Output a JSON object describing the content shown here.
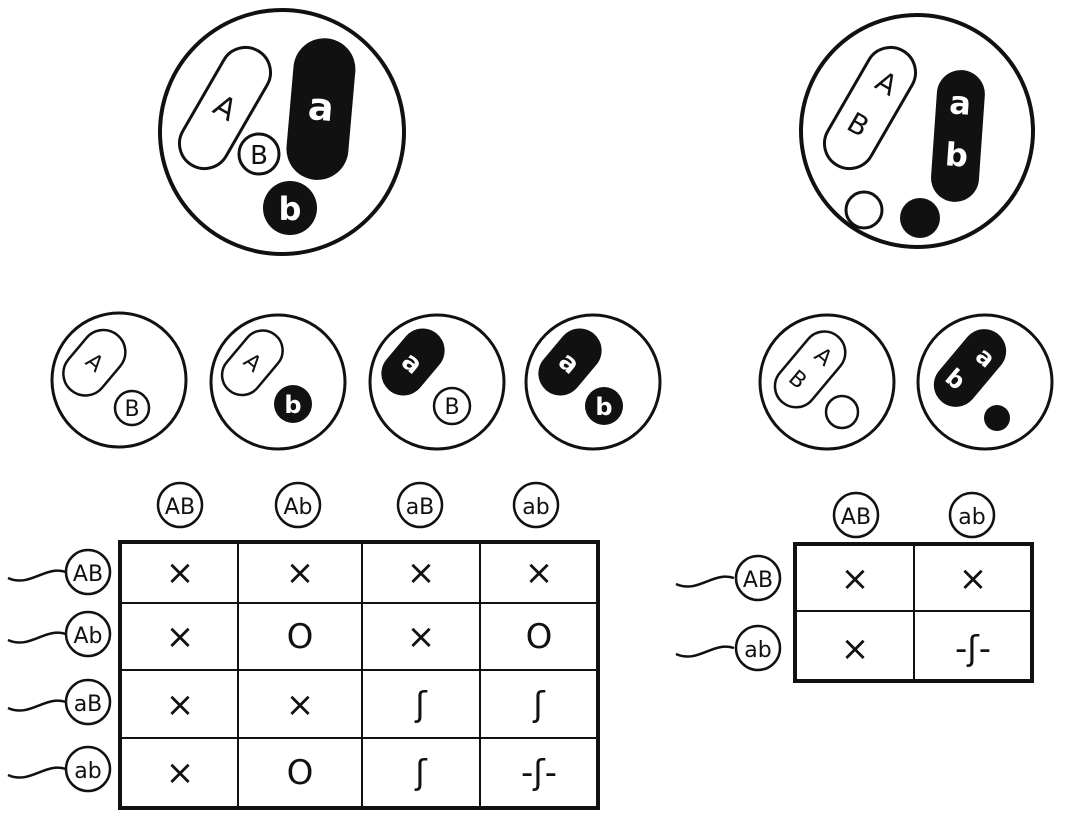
{
  "colors": {
    "ink": "#111111",
    "paper": "#ffffff"
  },
  "genes": {
    "A": "A",
    "a": "a",
    "B": "B",
    "b": "b"
  },
  "independent_cross": {
    "gametes": [
      "AB",
      "Ab",
      "aB",
      "ab"
    ],
    "columns": [
      "AB",
      "Ab",
      "aB",
      "ab"
    ],
    "rows": [
      {
        "label": "AB",
        "cells": [
          "×",
          "×",
          "×",
          "×"
        ]
      },
      {
        "label": "Ab",
        "cells": [
          "×",
          "O",
          "×",
          "O"
        ]
      },
      {
        "label": "aB",
        "cells": [
          "×",
          "×",
          "ʃ",
          "ʃ"
        ]
      },
      {
        "label": "ab",
        "cells": [
          "×",
          "O",
          "ʃ",
          "-ʃ-"
        ]
      }
    ]
  },
  "linked_cross": {
    "gametes": [
      "AB",
      "ab"
    ],
    "columns": [
      "AB",
      "ab"
    ],
    "rows": [
      {
        "label": "AB",
        "cells": [
          "×",
          "×"
        ]
      },
      {
        "label": "ab",
        "cells": [
          "×",
          "-ʃ-"
        ]
      }
    ]
  }
}
